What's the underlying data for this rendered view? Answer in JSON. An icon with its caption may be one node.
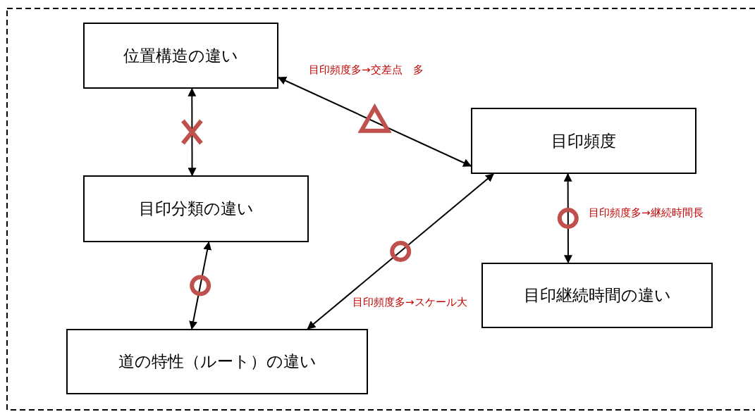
{
  "diagram": {
    "nodes": [
      {
        "text": [
          "位置構造の違い"
        ]
      },
      {
        "text": [
          "目印分類の違い"
        ]
      },
      {
        "text": [
          "道の特性（ルート）の違い"
        ]
      },
      {
        "text": [
          "目印頻度"
        ]
      },
      {
        "text": [
          "目印継続時間の違い"
        ]
      }
    ],
    "edges": [
      {
        "from": 0,
        "to": 1,
        "arrow": "both"
      },
      {
        "from": 1,
        "to": 2,
        "arrow": "both"
      },
      {
        "from": 0,
        "to": 3,
        "arrow": "both",
        "label": "目印頻度多→交差点　多"
      },
      {
        "from": 2,
        "to": 3,
        "arrow": "both",
        "label": "目印頻度多→スケール大"
      },
      {
        "from": 3,
        "to": 4,
        "arrow": "both",
        "label": "目印頻度多→継続時間長"
      }
    ]
  }
}
